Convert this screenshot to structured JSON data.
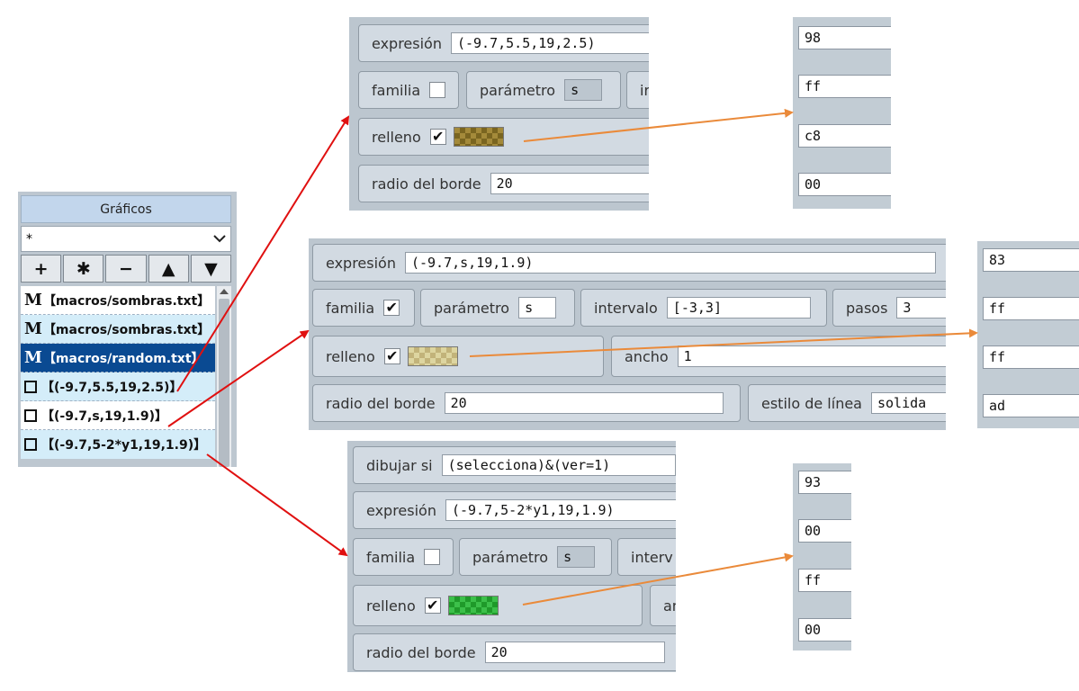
{
  "graficos": {
    "title": "Gráficos",
    "filter_value": "*",
    "buttons": {
      "add": "+",
      "all": "✱",
      "remove": "−",
      "up": "▲",
      "down": "▼"
    },
    "items": [
      {
        "type": "macro",
        "prefix": "M",
        "label": "【macros/sombras.txt】"
      },
      {
        "type": "macro",
        "prefix": "M",
        "label": "【macros/sombras.txt】"
      },
      {
        "type": "macro",
        "prefix": "M",
        "label": "【macros/random.txt】",
        "selected": true
      },
      {
        "type": "rect",
        "label": "【(-9.7,5.5,19,2.5)】"
      },
      {
        "type": "rect",
        "label": "【(-9.7,s,19,1.9)】"
      },
      {
        "type": "rect",
        "label": "【(-9.7,5-2*y1,19,1.9)】"
      }
    ]
  },
  "panel1": {
    "expresion_label": "expresión",
    "expresion_value": "(-9.7,5.5,19,2.5)",
    "familia_label": "familia",
    "familia_checked": "",
    "parametro_label": "parámetro",
    "parametro_value": "s",
    "intervalo_label": "ir",
    "relleno_label": "relleno",
    "relleno_checked": "✔",
    "radio_label": "radio del borde",
    "radio_value": "20",
    "swatch_color": "#98ffc8",
    "hex": [
      "98",
      "ff",
      "c8",
      "00"
    ]
  },
  "panel2": {
    "expresion_label": "expresión",
    "expresion_value": "(-9.7,s,19,1.9)",
    "familia_label": "familia",
    "familia_checked": "✔",
    "parametro_label": "parámetro",
    "parametro_value": "s",
    "intervalo_label": "intervalo",
    "intervalo_value": "[-3,3]",
    "pasos_label": "pasos",
    "pasos_value": "3",
    "relleno_label": "relleno",
    "relleno_checked": "✔",
    "ancho_label": "ancho",
    "ancho_value": "1",
    "radio_label": "radio del borde",
    "radio_value": "20",
    "estilo_label": "estilo de línea",
    "estilo_value": "solida",
    "swatch_color": "#83ffff",
    "hex": [
      "83",
      "ff",
      "ff",
      "ad"
    ]
  },
  "panel3": {
    "dibujar_label": "dibujar si",
    "dibujar_value": "(selecciona)&(ver=1)",
    "expresion_label": "expresión",
    "expresion_value": "(-9.7,5-2*y1,19,1.9)",
    "familia_label": "familia",
    "familia_checked": "",
    "parametro_label": "parámetro",
    "parametro_value": "s",
    "intervalo_label": "interv",
    "relleno_label": "relleno",
    "relleno_checked": "✔",
    "ancho_label": "an",
    "radio_label": "radio del borde",
    "radio_value": "20",
    "swatch_color": "#00ff00",
    "hex": [
      "93",
      "00",
      "ff",
      "00"
    ]
  },
  "colors": {
    "arrow_red": "#e01010",
    "arrow_orange": "#ea8a3a",
    "selected_item": "#0a4a92"
  }
}
